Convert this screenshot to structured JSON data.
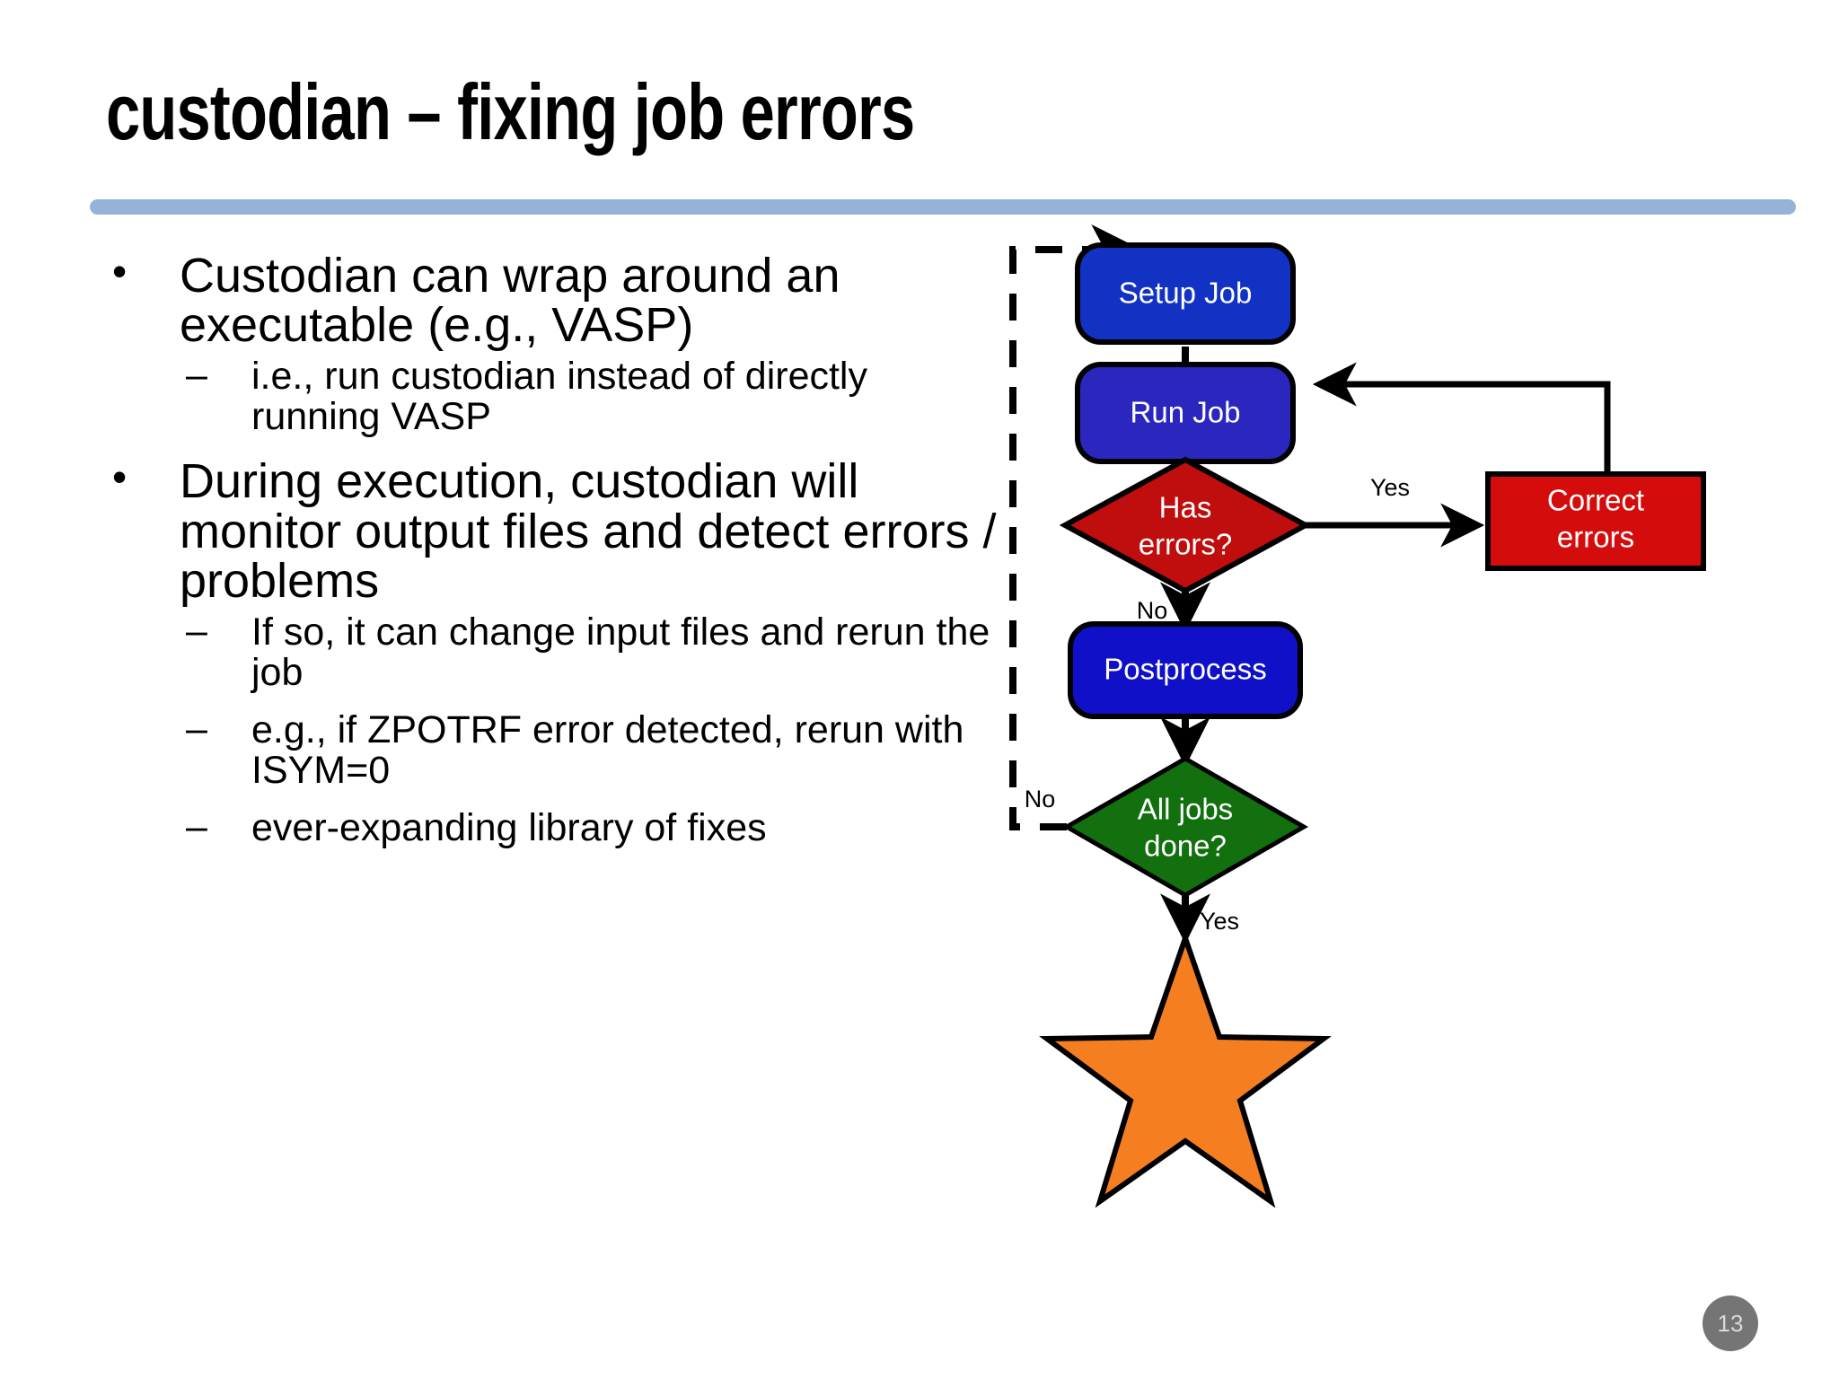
{
  "slide": {
    "title": "custodian – fixing job errors",
    "page_number": "13",
    "accent_color": "#95b3d7"
  },
  "bullets": [
    {
      "level": 1,
      "marker": "•",
      "text": "Custodian can wrap around an executable (e.g., VASP)"
    },
    {
      "level": 2,
      "marker": "–",
      "text": "i.e., run custodian instead of directly running VASP"
    },
    {
      "level": 1,
      "marker": "•",
      "text": "During execution, custodian will monitor output files and detect errors / problems"
    },
    {
      "level": 2,
      "marker": "–",
      "text": "If so, it can change input files and rerun the job"
    },
    {
      "level": 2,
      "marker": "–",
      "text": "e.g., if ZPOTRF error detected, rerun with ISYM=0"
    },
    {
      "level": 2,
      "marker": "–",
      "text": "ever-expanding library of fixes"
    }
  ],
  "flowchart": {
    "nodes": [
      {
        "id": "setup",
        "label": "Setup Job",
        "shape": "rounded-rect",
        "fill": "#1232c4",
        "text_color": "#ffffff"
      },
      {
        "id": "run",
        "label": "Run Job",
        "shape": "rounded-rect",
        "fill": "#2b27be",
        "text_color": "#ffffff"
      },
      {
        "id": "has_errors",
        "label_line1": "Has",
        "label_line2": "errors?",
        "shape": "diamond",
        "fill": "#c00d0d",
        "text_color": "#ffffff"
      },
      {
        "id": "correct",
        "label_line1": "Correct",
        "label_line2": "errors",
        "shape": "rect",
        "fill": "#d40c0c",
        "text_color": "#ffffff"
      },
      {
        "id": "postprocess",
        "label": "Postprocess",
        "shape": "rounded-rect",
        "fill": "#1010c8",
        "text_color": "#ffffff"
      },
      {
        "id": "all_done",
        "label_line1": "All jobs",
        "label_line2": "done?",
        "shape": "diamond",
        "fill": "#12700f",
        "text_color": "#ffffff"
      },
      {
        "id": "finish",
        "label": "",
        "shape": "star",
        "fill": "#f57f20",
        "text_color": "#000000"
      }
    ],
    "edge_labels": {
      "has_errors_yes": "Yes",
      "has_errors_no": "No",
      "all_done_no": "No",
      "all_done_yes": "Yes"
    }
  }
}
